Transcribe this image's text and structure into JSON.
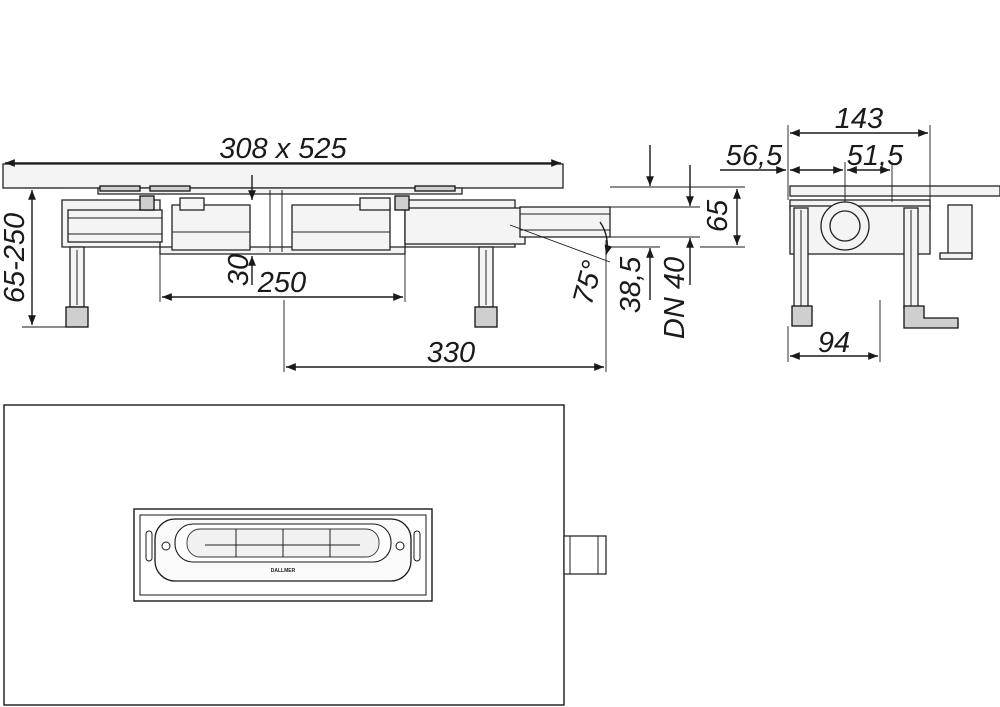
{
  "dimensions": {
    "overall": "308 x 525",
    "height_range": "65-250",
    "depth_30": "30",
    "width_250": "250",
    "offset_330": "330",
    "angle": "75°",
    "outlet_height": "38,5",
    "outlet_size": "DN 40",
    "height_65": "65",
    "side_143": "143",
    "side_56_5": "56,5",
    "side_51_5": "51,5",
    "side_94": "94"
  },
  "plan_view": {
    "brand_label": "DALLMER"
  },
  "colors": {
    "line": "#1a1a1a",
    "part_fill": "#f4f4f4",
    "background": "#ffffff"
  }
}
